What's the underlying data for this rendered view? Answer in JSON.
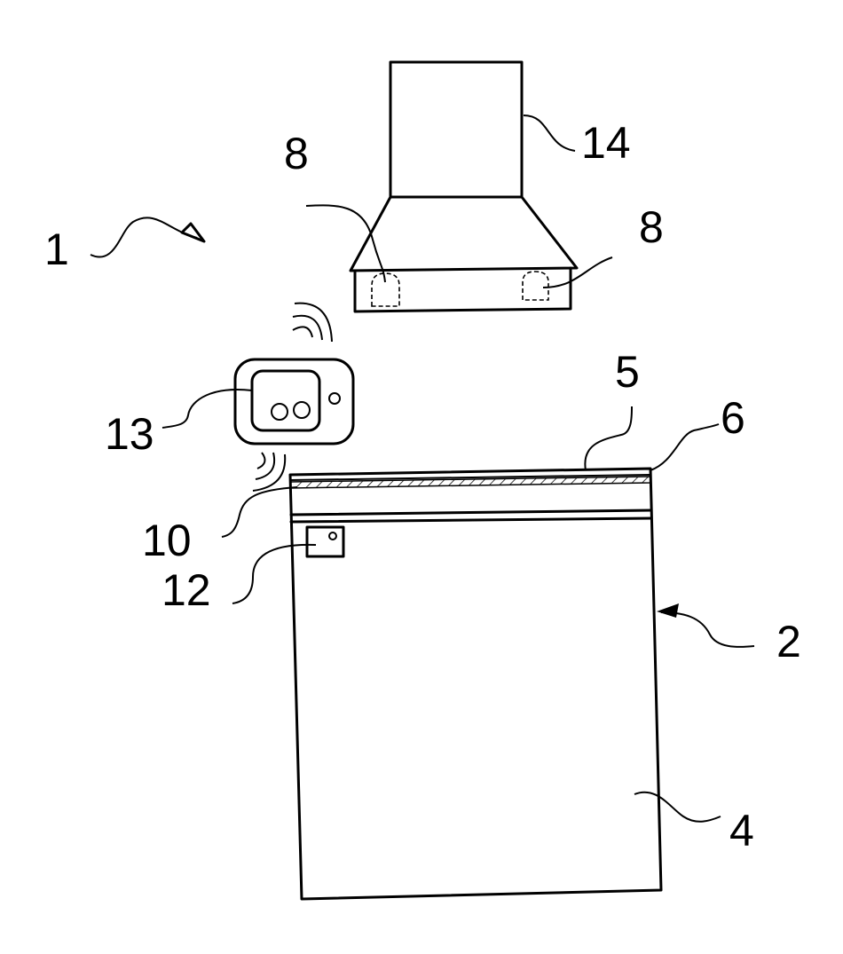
{
  "figure": {
    "labels": {
      "system": "1",
      "lamp_left": "8",
      "lamp_right": "8",
      "hood": "14",
      "remote": "13",
      "top_edge": "5",
      "strip": "6",
      "hatched_layer": "10",
      "sensor": "12",
      "appliance": "2",
      "door": "4"
    }
  }
}
